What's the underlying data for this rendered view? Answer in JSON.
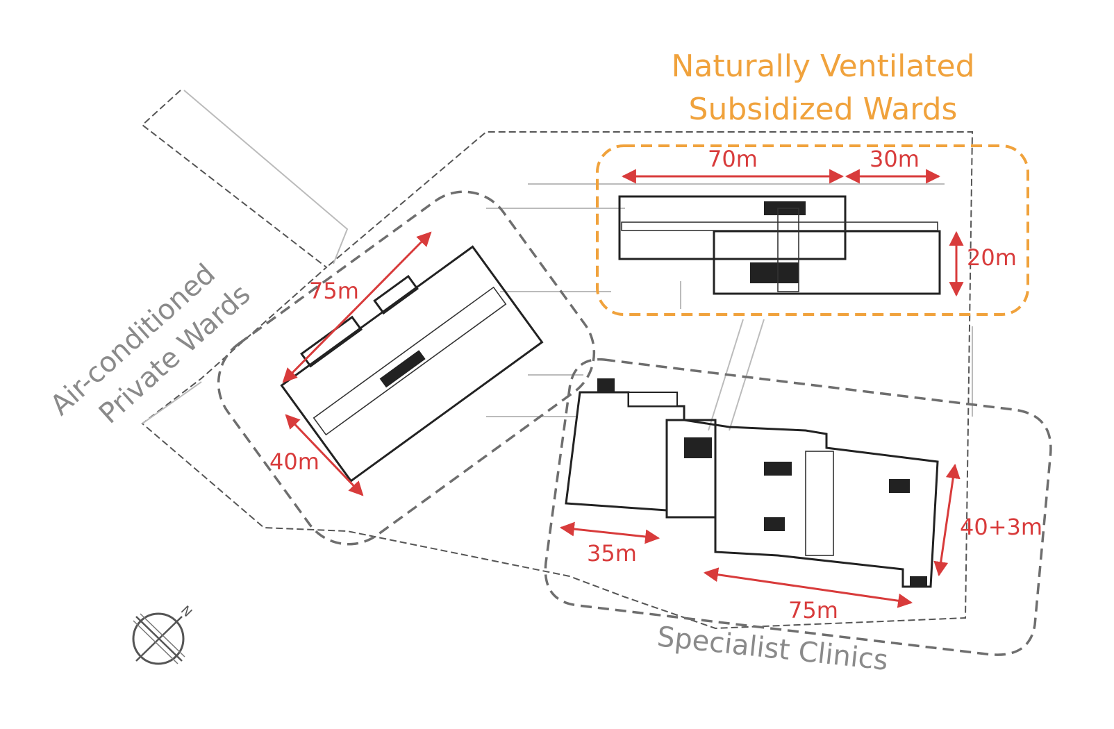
{
  "zones": {
    "naturally_ventilated": {
      "line1": "Naturally Ventilated",
      "line2": "Subsidized Wards",
      "color": "#f0a23c"
    },
    "air_conditioned": {
      "line1": "Air-conditioned",
      "line2": "Private Wards",
      "color": "#8a8a8a"
    },
    "specialist": {
      "label": "Specialist Clinics",
      "color": "#8a8a8a"
    }
  },
  "dimensions": {
    "nv_length_a": "70m",
    "nv_length_b": "30m",
    "nv_width": "20m",
    "ac_length": "75m",
    "ac_width": "40m",
    "sc_length_left": "35m",
    "sc_length_bottom": "75m",
    "sc_width": "40+3m"
  },
  "north_arrow": {
    "label": "N"
  },
  "colors": {
    "dimension": "#d83b3b",
    "building": "#222222",
    "site": "#555555"
  }
}
